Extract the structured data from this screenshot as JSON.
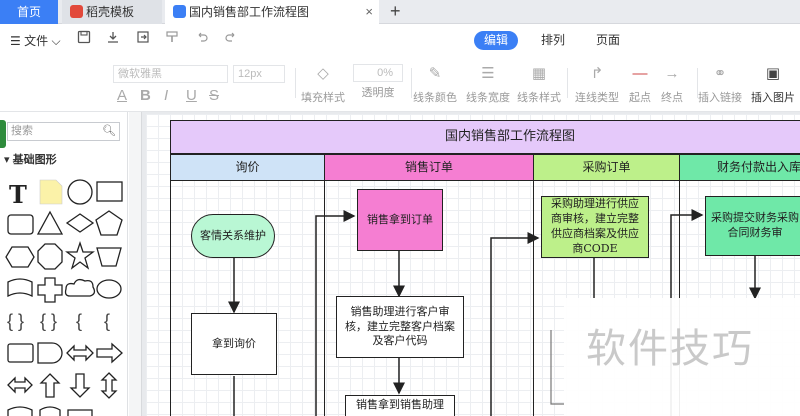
{
  "tabs": {
    "home": "首页",
    "templates": "稻壳模板",
    "document": "国内销售部工作流程图",
    "close": "×",
    "add": "+"
  },
  "menu": {
    "file": "文件",
    "modes": [
      "编辑",
      "排列",
      "页面"
    ]
  },
  "toolbar": {
    "font_placeholder": "微软雅黑",
    "font_size_placeholder": "12px",
    "opacity_value": "0%",
    "format_glyphs": [
      "A",
      "B",
      "I",
      "U",
      "S"
    ],
    "tools": [
      {
        "label": "填充样式",
        "icon": "fill-style-icon",
        "active": false
      },
      {
        "label": "透明度",
        "icon": "opacity-icon",
        "active": false
      },
      {
        "label": "线条颜色",
        "icon": "line-color-icon",
        "active": false
      },
      {
        "label": "线条宽度",
        "icon": "line-width-icon",
        "active": false
      },
      {
        "label": "线条样式",
        "icon": "line-style-icon",
        "active": false
      },
      {
        "label": "连线类型",
        "icon": "connector-type-icon",
        "active": false
      },
      {
        "label": "起点",
        "icon": "line-start-icon",
        "active": false
      },
      {
        "label": "终点",
        "icon": "line-end-icon",
        "active": false
      },
      {
        "label": "插入链接",
        "icon": "insert-link-icon",
        "active": false
      },
      {
        "label": "插入图片",
        "icon": "insert-image-icon",
        "active": true
      }
    ]
  },
  "sidebar": {
    "search_placeholder": "搜索",
    "section_title": "基础图形"
  },
  "flowchart": {
    "title": "国内销售部工作流程图",
    "lanes": [
      {
        "label": "询价",
        "color": "#cfe3f7"
      },
      {
        "label": "销售订单",
        "color": "#f57ed2"
      },
      {
        "label": "采购订单",
        "color": "#bdf08a"
      },
      {
        "label": "财务付款出入库",
        "color": "#6fe8a8"
      }
    ],
    "nodes": {
      "customer": "客情关系维护",
      "inquiry": "拿到询价",
      "order": "销售拿到订单",
      "assistant_review": "销售助理进行客户审核，建立完整客户档案及客户代码",
      "assistant_next": "销售拿到销售助理",
      "supplier_review": "采购助理进行供应商审核，建立完整供应商档案及供应商CODE",
      "finance": "采购提交财务采购合同财务审"
    }
  },
  "watermark": "软件技巧",
  "colors": {
    "accent": "#3b7ff5",
    "title_band": "#e5c9fa",
    "node_customer": "#b9f7d4",
    "node_order": "#f57ed2",
    "node_supplier": "#bdf08a",
    "node_finance": "#6fe8a8"
  }
}
